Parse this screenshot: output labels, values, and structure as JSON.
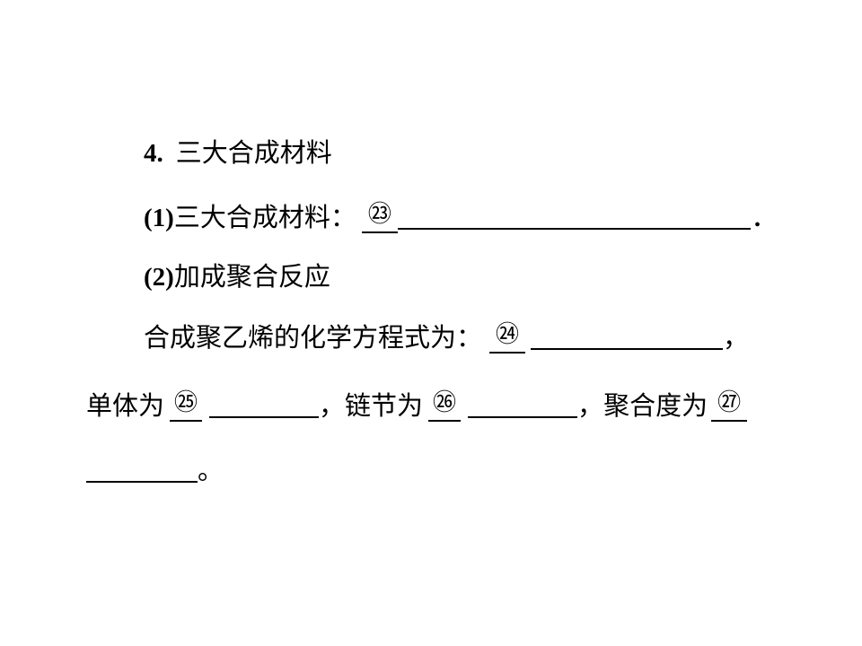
{
  "section": {
    "number": "4",
    "separator": ".",
    "title": "三大合成材料"
  },
  "item1": {
    "label": "(1)",
    "text": "三大合成材料：",
    "blank_marker": "㉓",
    "end": "."
  },
  "item2": {
    "label": "(2)",
    "text": "加成聚合反应"
  },
  "line_eq": {
    "text": "合成聚乙烯的化学方程式为：",
    "blank_marker": "㉔",
    "end": "，"
  },
  "line_parts": {
    "monomer_label": "单体为",
    "monomer_marker": "㉕",
    "sep1": "，",
    "unit_label": "链节为",
    "unit_marker": "㉖",
    "sep2": "，",
    "degree_label": "聚合度为",
    "degree_marker": "㉗"
  },
  "line_last": {
    "end": "。"
  }
}
